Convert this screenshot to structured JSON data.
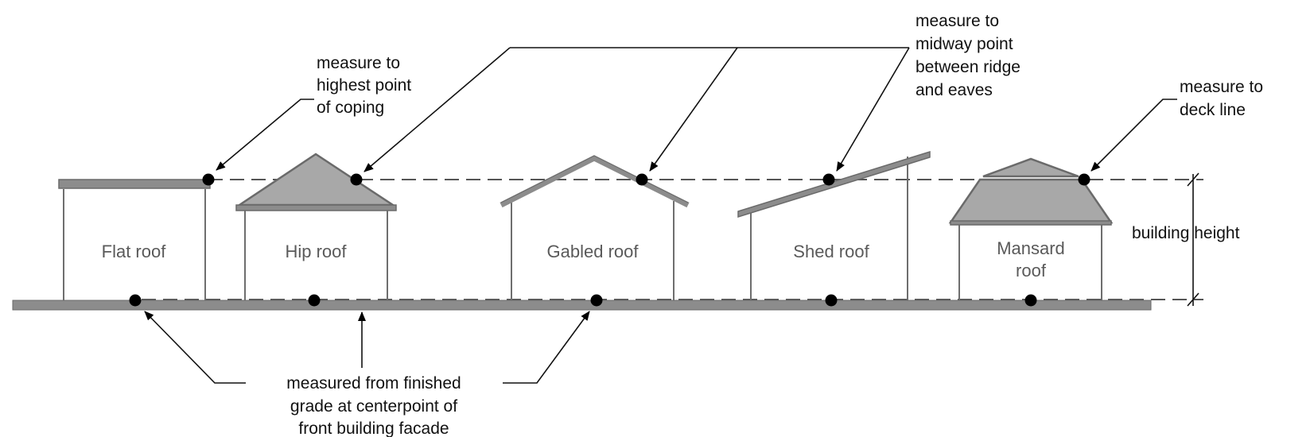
{
  "annotations": {
    "coping": [
      "measure to",
      "highest point",
      "of coping"
    ],
    "midway": [
      "measure to",
      "midway point",
      "between ridge",
      "and eaves"
    ],
    "deck": [
      "measure to",
      "deck line"
    ],
    "grade": [
      "measured from finished",
      "grade at centerpoint of",
      "front building facade"
    ],
    "dimension": "building height"
  },
  "buildings": [
    {
      "name": "flat",
      "label": [
        "Flat roof"
      ]
    },
    {
      "name": "hip",
      "label": [
        "Hip roof"
      ]
    },
    {
      "name": "gabled",
      "label": [
        "Gabled roof"
      ]
    },
    {
      "name": "shed",
      "label": [
        "Shed roof"
      ]
    },
    {
      "name": "mansard",
      "label": [
        "Mansard",
        "roof"
      ]
    }
  ],
  "colors": {
    "roof_fill": "#a8a8a8",
    "outline": "#6a6a6a",
    "text": "#111111"
  }
}
